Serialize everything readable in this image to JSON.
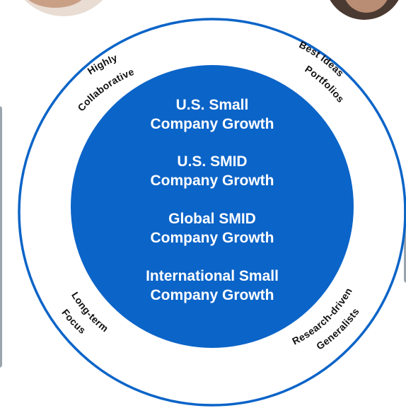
{
  "colors": {
    "inner_circle": "#0b64c8",
    "outer_ring": "#0b64c8",
    "strategy_text": "#ffffff",
    "attribute_text": "#111111",
    "photo_tl_bg": "#e8dcd3",
    "photo_tl_face": "#c99f86",
    "photo_tr_hair": "#4a3a32",
    "photo_tr_face": "#b98d73",
    "photo_edge": "#9aa4ad"
  },
  "strategies": [
    {
      "line1": "U.S. Small",
      "line2": "Company Growth"
    },
    {
      "line1": "U.S. SMID",
      "line2": "Company Growth"
    },
    {
      "line1": "Global SMID",
      "line2": "Company Growth"
    },
    {
      "line1": "International Small",
      "line2": "Company Growth"
    }
  ],
  "attributes": {
    "top_left": {
      "line1": "Highly",
      "line2": "Collaborative"
    },
    "top_right": {
      "line1": "Best Ideas",
      "line2": "Portfolios"
    },
    "bottom_left": {
      "line1": "Long-term",
      "line2": "Focus"
    },
    "bottom_right": {
      "line1": "Research-driven",
      "line2": "Generalists"
    }
  },
  "photos": {
    "top_left": "portrait-photo-icon",
    "top_right": "portrait-photo-icon",
    "left_edge": "portrait-photo-icon",
    "right_edge": "portrait-photo-icon"
  }
}
